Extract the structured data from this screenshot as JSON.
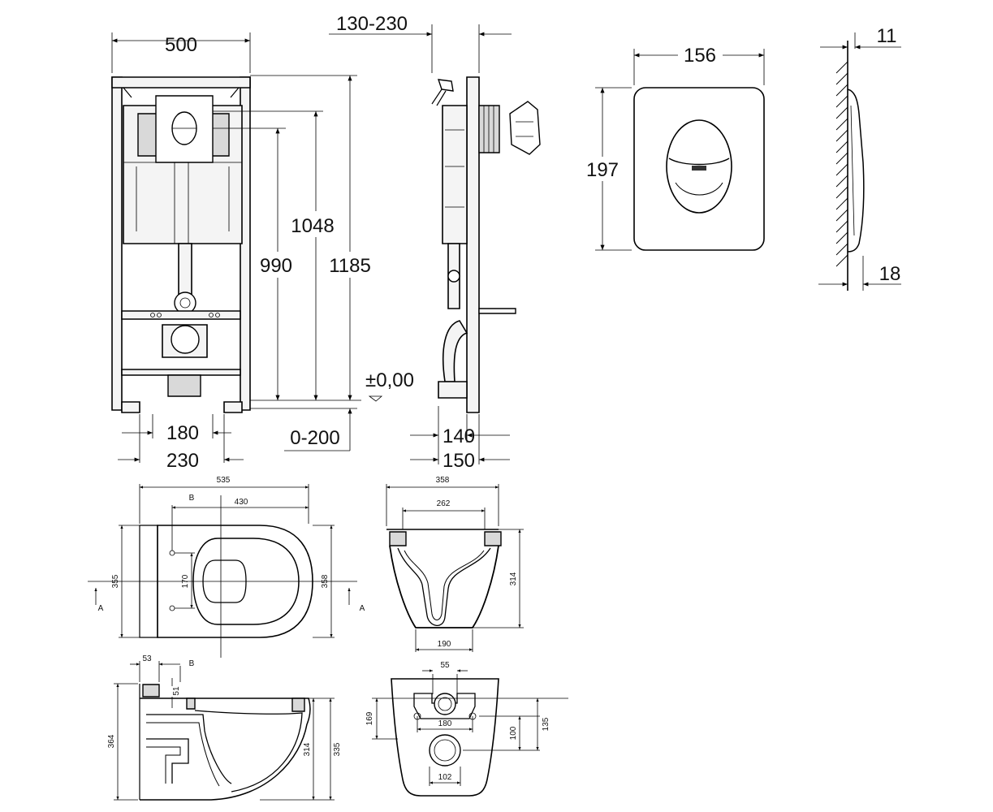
{
  "frame_view": {
    "width": "500",
    "offset_top": "130-230",
    "height_1048": "1048",
    "height_990": "990",
    "height_1185": "1185",
    "floor_level": "±0,00",
    "offset_bottom": "0-200",
    "spacing_180": "180",
    "spacing_230": "230",
    "depth_140": "140",
    "depth_150": "150"
  },
  "flush_plate": {
    "width": "156",
    "height": "197",
    "wall_gap": "11",
    "thickness": "18"
  },
  "bowl_top": {
    "length": "535",
    "length_430": "430",
    "section_b": "B",
    "section_a": "A",
    "width_355": "355",
    "width_358": "358",
    "bolt_spacing": "170"
  },
  "bowl_front": {
    "width": "358",
    "inner_width": "262",
    "height": "314",
    "base": "190"
  },
  "bowl_side": {
    "dim_53": "53",
    "dim_51": "51",
    "height_364": "364",
    "height_314": "314",
    "height_335": "335",
    "section_b": "B"
  },
  "bowl_back": {
    "dim_55": "55",
    "dim_180": "180",
    "dim_169": "169",
    "dim_100": "100",
    "dim_135": "135",
    "dim_102": "102"
  }
}
